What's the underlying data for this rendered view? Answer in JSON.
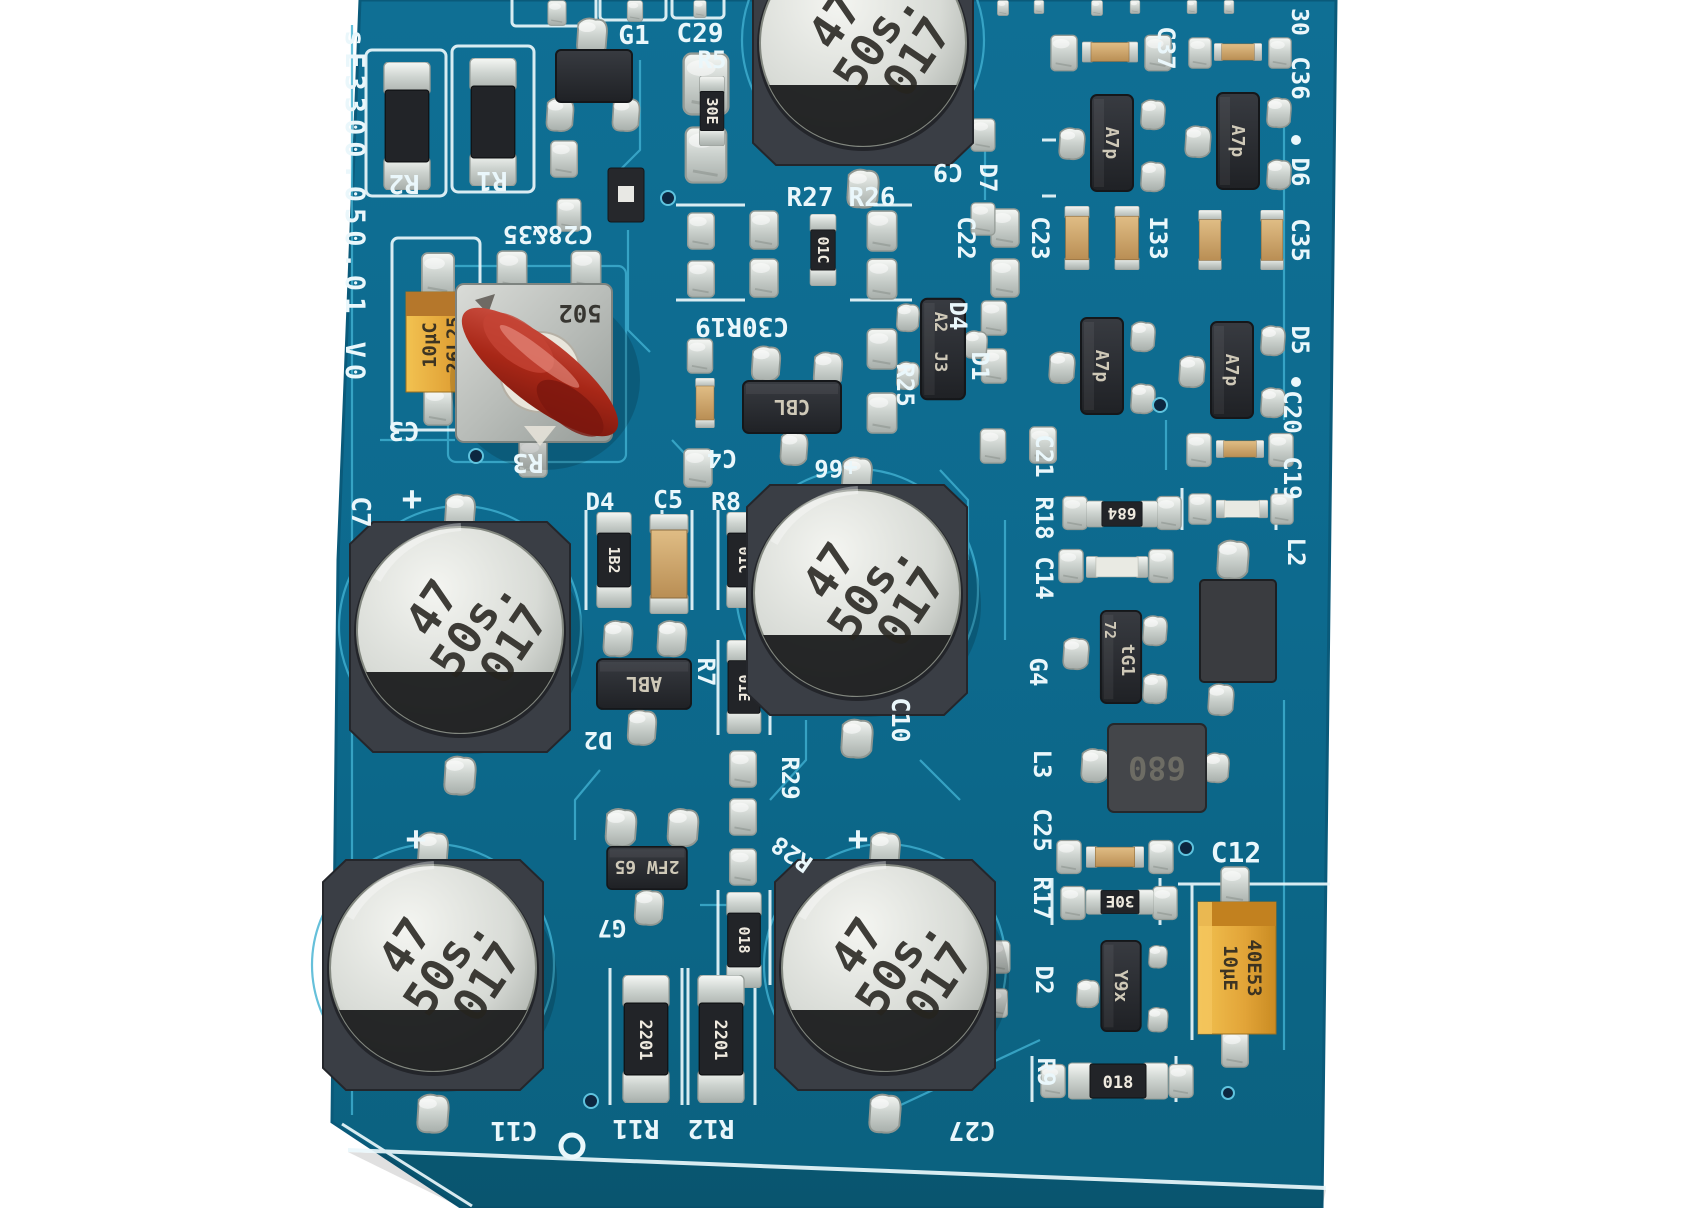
{
  "scene": {
    "description": "Close-up photograph of a teal printed circuit board (sE3300) with SMD components, electrolytic capacitors, tantalum capacitors and a red trimmer potentiometer",
    "background_color": "#ffffff",
    "pcb_color": "#0e6a8e",
    "trace_color": "#41b1d2",
    "silkscreen_color": "#eaf7fb"
  },
  "silkscreen": {
    "board_id": "sE3300.050.01 V0",
    "r2": "R2",
    "r1": "R1",
    "g1": "G1",
    "c29": "C29",
    "r5": "R5",
    "c28_35": "C28&35",
    "c3": "C3",
    "c4": "C4",
    "c7": "C7",
    "r3": "R3",
    "plus": "+",
    "d4_left": "D4",
    "c5": "C5",
    "r8": "R8",
    "r7": "R7",
    "d2_left": "D2",
    "g7": "G7",
    "c30r19": "C30R19",
    "r27": "R27",
    "r26": "R26",
    "r25": "R25",
    "d1": "D1",
    "plus66": "+66",
    "c9": "C9",
    "d7": "D7",
    "c22": "C22",
    "c23": "C23",
    "c37": "C37",
    "n30": "30",
    "c36": "C36",
    "i33": "I33",
    "c35": "C35",
    "d6": "D6",
    "d5": "D5",
    "d4": "D4",
    "c21": "C21",
    "r18": "R18",
    "c14": "C14",
    "c20": "C20",
    "c19": "C19",
    "l2": "L2",
    "g4": "G4",
    "l3": "L3",
    "c25": "C25",
    "r17": "R17",
    "d2": "D2",
    "r9": "R9",
    "c12": "C12",
    "c10": "C10",
    "c11": "C11",
    "c27": "C27",
    "r29": "R29",
    "r28": "R28",
    "r11": "R11",
    "r12": "R12"
  },
  "markings": {
    "ecap_line1": "47",
    "ecap_line2": "50s.",
    "ecap_line3": "017",
    "trimmer": "502",
    "tant_c3_l1": "10µC",
    "tant_c3_l2": "26L25",
    "tant_c12_l1": "10µE",
    "tant_c12_l2": "40E53",
    "a7p": "A7p",
    "a2": "A2",
    "j3": "J3",
    "cbl": "CBL",
    "abl": "ABL",
    "fw": "2FW 65",
    "tg1": "tG1",
    "t72": "72",
    "y9x": "Y9x",
    "l680": "680",
    "r684": "684",
    "r30e": "30E",
    "r01c": "01C",
    "r01e": "01E",
    "r018": "018",
    "r1b2": "1B2",
    "r2201": "2201"
  }
}
